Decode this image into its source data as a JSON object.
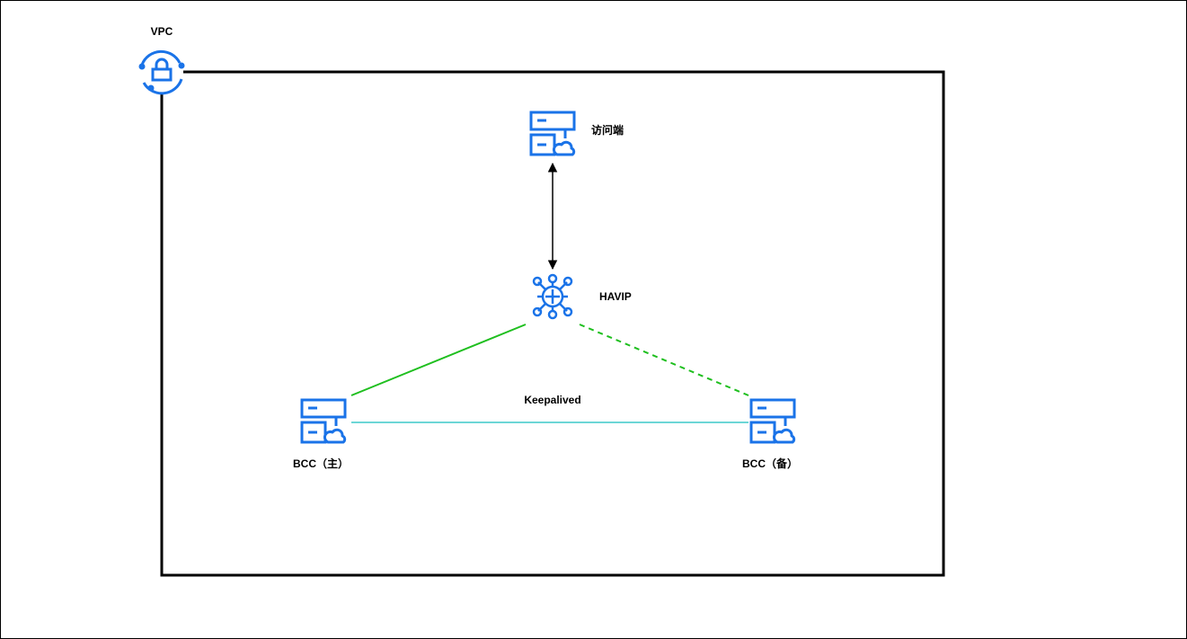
{
  "labels": {
    "vpc": "VPC",
    "client": "访问端",
    "havip": "HAVIP",
    "keepalived": "Keepalived",
    "bcc_master": "BCC（主）",
    "bcc_backup": "BCC（备）"
  },
  "colors": {
    "icon": "#1a73e8",
    "active_link": "#1fbf1f",
    "standby_link": "#1fbf1f",
    "heartbeat_link": "#3cc8c8",
    "border": "#000000"
  },
  "icons": {
    "vpc": "vpc-lock-icon",
    "client": "cloud-server-icon",
    "havip": "havip-network-icon",
    "bcc_master": "cloud-server-icon",
    "bcc_backup": "cloud-server-icon"
  }
}
